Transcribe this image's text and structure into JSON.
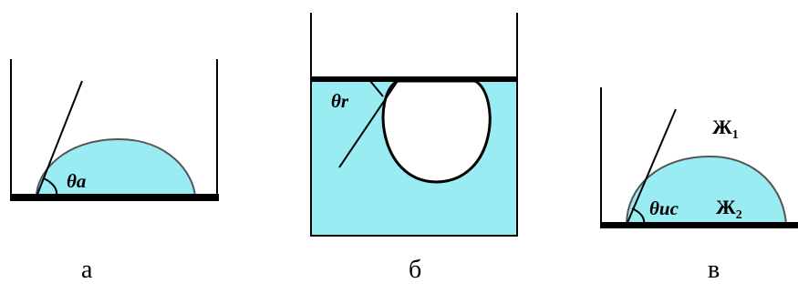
{
  "colors": {
    "liquid": "#99ecf1",
    "outline": "#000000",
    "droplet_edge": "#555555",
    "background": "#ffffff"
  },
  "panel_a": {
    "angle_label": "θa",
    "caption": "а"
  },
  "panel_b": {
    "angle_label": "θr",
    "caption": "б"
  },
  "panel_c": {
    "angle_label": "θис",
    "liquid1_label": "Ж",
    "liquid1_sub": "1",
    "liquid2_label": "Ж",
    "liquid2_sub": "2",
    "caption": "в"
  }
}
